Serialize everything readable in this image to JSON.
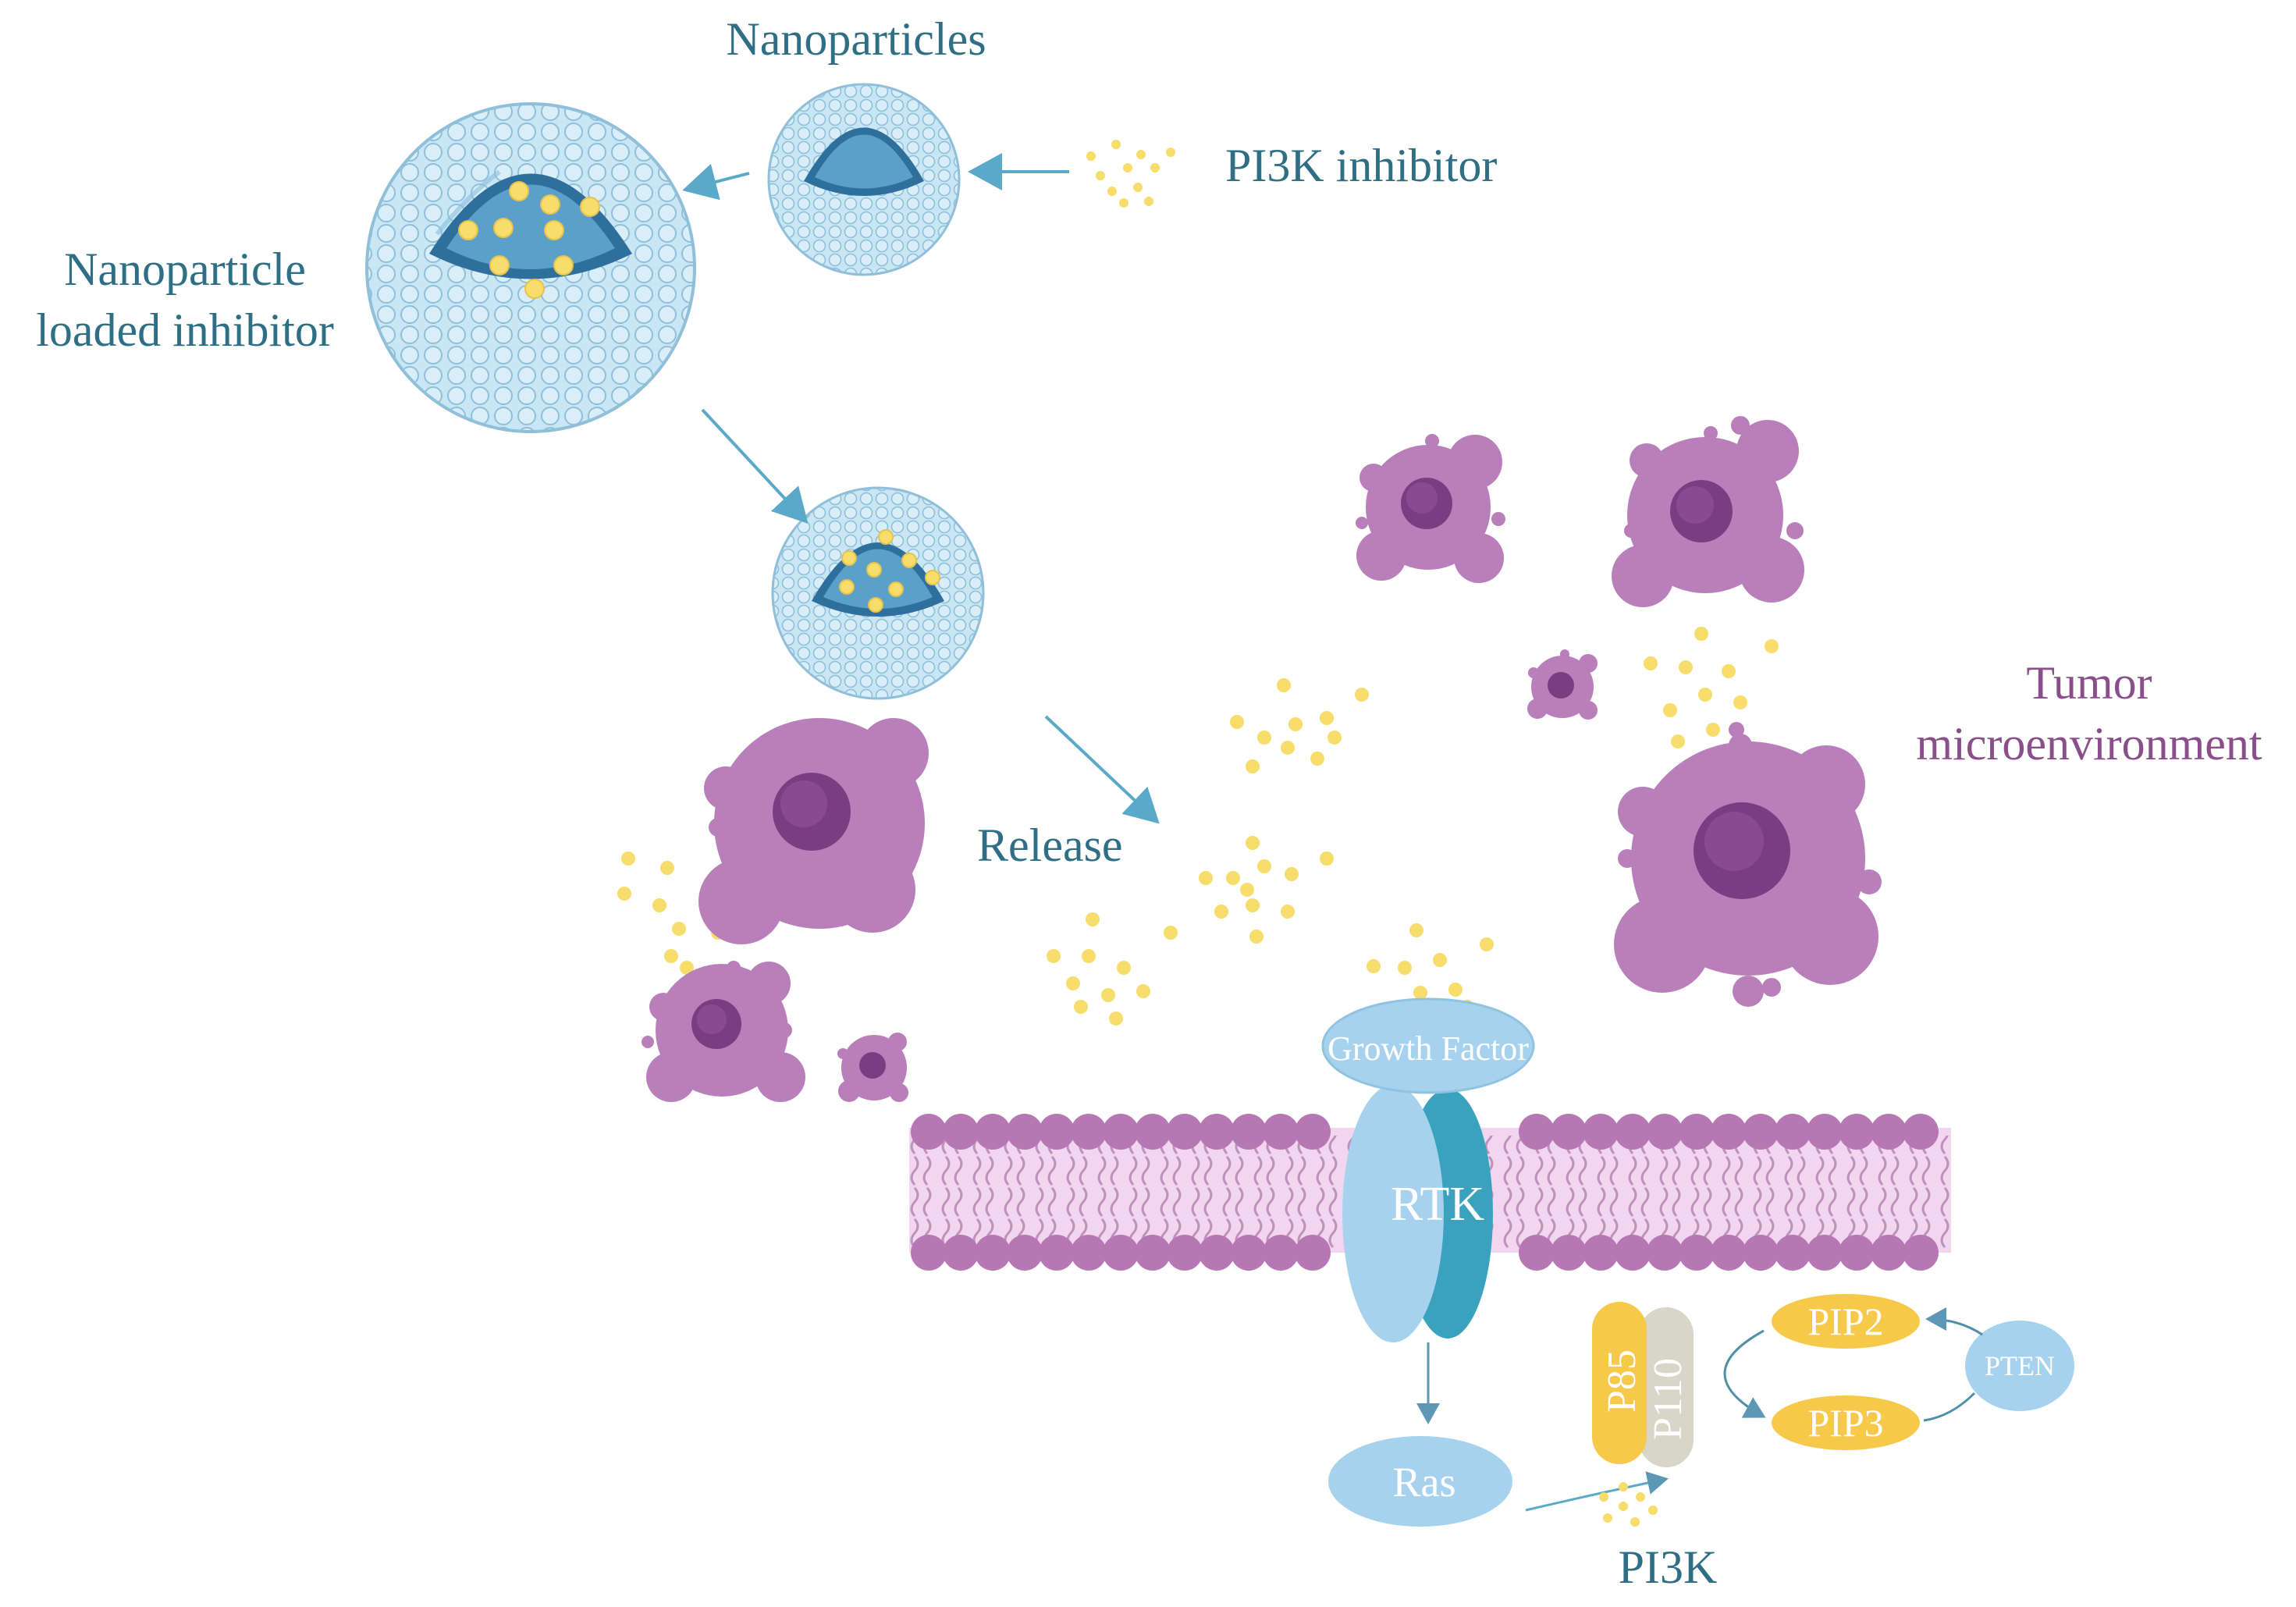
{
  "labels": {
    "nanoparticles": "Nanoparticles",
    "pi3k_inhibitor": "PI3K inhibitor",
    "loaded_line1": "Nanoparticle",
    "loaded_line2": "loaded inhibitor",
    "release": "Release",
    "tumor_line1": "Tumor",
    "tumor_line2": "microenvironment",
    "growth_factor": "Growth Factor",
    "rtk": "RTK",
    "ras": "Ras",
    "p85": "P85",
    "p110": "P110",
    "pip2": "PIP2",
    "pip3": "PIP3",
    "pten": "PTEN",
    "pi3k": "PI3K"
  },
  "colors": {
    "label_teal": "#2f6f86",
    "label_purple": "#8a4f8a",
    "nanoparticle_shell": "#bfe0f0",
    "nanoparticle_core": "#4f93bd",
    "inhibitor_dot": "#f7dd6b",
    "tumor_cell": "#b97fba",
    "tumor_nucleus": "#7a3d82",
    "membrane": "#f2d6ef",
    "membrane_head": "#b776b4",
    "receptor_light": "#a7d2ee",
    "receptor_dark": "#3aa2bd",
    "pip_yellow": "#f6c94a",
    "p110_grey": "#d8d6c9"
  }
}
